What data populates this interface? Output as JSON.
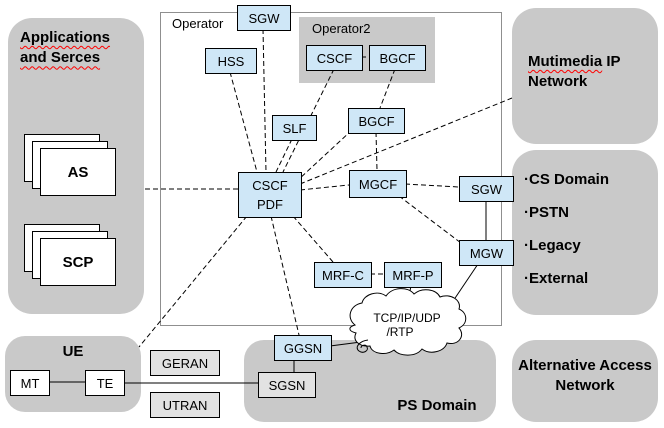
{
  "colors": {
    "node_fill": "#cfe7f7",
    "container_fill": "#c9c9c9",
    "bg": "#ffffff",
    "line": "#000000",
    "spellcheck_underline": "#ff0000"
  },
  "containers": {
    "applications": {
      "title": "Applications and Serces"
    },
    "operator": {
      "label": "Operator"
    },
    "operator2": {
      "label": "Operator2"
    },
    "multimedia": {
      "title_word": "Mutimedia",
      "title_rest": " IP Network"
    },
    "cs_domain": {
      "items": [
        "·CS Domain",
        "·PSTN",
        "·Legacy",
        "·External"
      ]
    },
    "alt_access": {
      "title": "Alternative Access Network"
    },
    "ue": {
      "title": "UE"
    },
    "ps_domain": {
      "title": "PS Domain"
    }
  },
  "nodes": {
    "sgw_top": "SGW",
    "hss": "HSS",
    "cscf_op2": "CSCF",
    "bgcf_op2": "BGCF",
    "slf": "SLF",
    "bgcf": "BGCF",
    "cscf": "CSCF",
    "pdf": "PDF",
    "mgcf": "MGCF",
    "sgw_right": "SGW",
    "mgw": "MGW",
    "mrf_c": "MRF-C",
    "mrf_p": "MRF-P",
    "ggsn": "GGSN",
    "sgsn": "SGSN",
    "geran": "GERAN",
    "utran": "UTRAN",
    "mt": "MT",
    "te": "TE",
    "as": "AS",
    "scp": "SCP"
  },
  "cloud": {
    "line1": "TCP/IP/UDP",
    "line2": "/RTP"
  }
}
